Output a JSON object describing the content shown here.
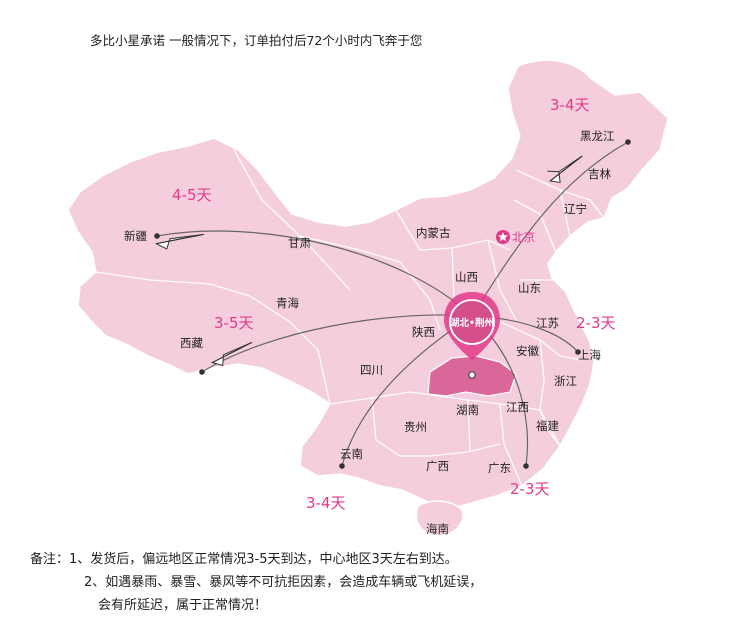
{
  "header_text": "多比小星承诺 一般情况下，订单拍付后72个小时内飞奔于您",
  "origin_label": "湖北•荆州",
  "colors": {
    "map_fill": "#f5cedd",
    "map_border": "#ffffff",
    "hubei_fill": "#d9679a",
    "accent": "#e2388a",
    "route_line": "#666666"
  },
  "provinces": {
    "heilongjiang": "黑龙江",
    "jilin": "吉林",
    "liaoning": "辽宁",
    "neimenggu": "内蒙古",
    "beijing": "北京",
    "xinjiang": "新疆",
    "gansu": "甘肃",
    "qinghai": "青海",
    "xizang": "西藏",
    "shanxi": "山西",
    "shandong": "山东",
    "jiangsu": "江苏",
    "shanghai": "上海",
    "shaanxi": "陕西",
    "anhui": "安徽",
    "zhejiang": "浙江",
    "sichuan": "四川",
    "hunan": "湖南",
    "jiangxi": "江西",
    "fujian": "福建",
    "guizhou": "贵州",
    "yunnan": "云南",
    "guangxi": "广西",
    "guangdong": "广东",
    "hainan": "海南"
  },
  "delivery_times": {
    "northeast": "3-4天",
    "xinjiang": "4-5天",
    "xizang": "3-5天",
    "east": "2-3天",
    "southwest": "3-4天",
    "south": "2-3天"
  },
  "notes": {
    "label": "备注：",
    "line1": "1、发货后，偏远地区正常情况3-5天到达，中心地区3天左右到达。",
    "line2": "2、如遇暴雨、暴雪、暴风等不可抗拒因素，会造成车辆或飞机延误，",
    "line3": "会有所延迟，属于正常情况！"
  }
}
